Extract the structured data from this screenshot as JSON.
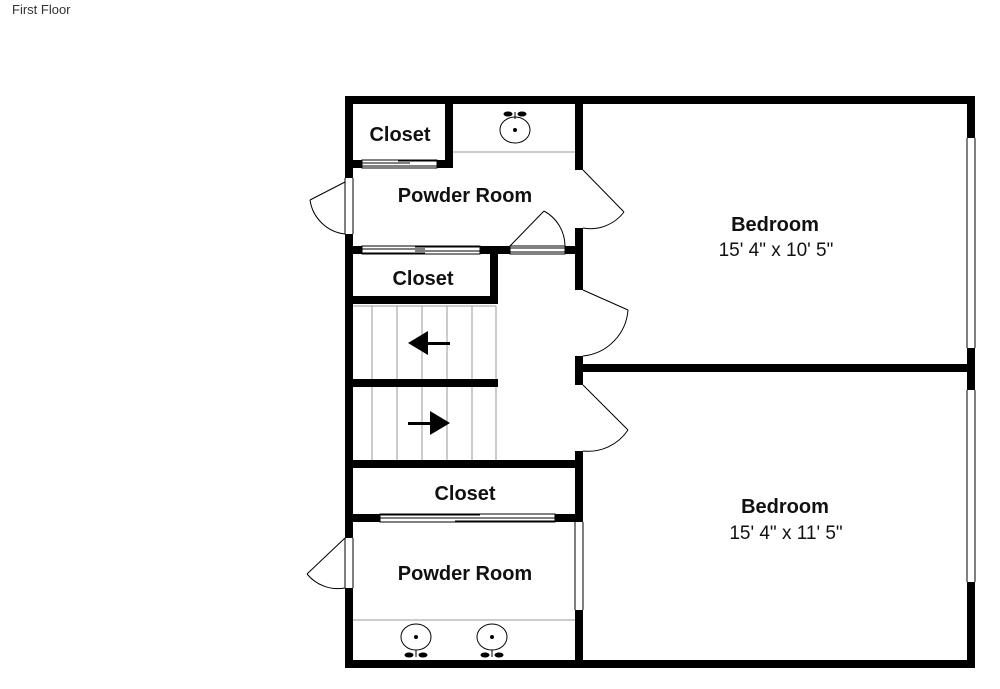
{
  "floor": {
    "title": "First Floor"
  },
  "rooms": {
    "closet_top": {
      "name": "Closet"
    },
    "powder_top": {
      "name": "Powder Room"
    },
    "closet_mid": {
      "name": "Closet"
    },
    "bedroom_top": {
      "name": "Bedroom",
      "size": "15' 4\" x 10' 5\""
    },
    "closet_low": {
      "name": "Closet"
    },
    "bedroom_bottom": {
      "name": "Bedroom",
      "size": "15' 4\" x 11' 5\""
    },
    "powder_bottom": {
      "name": "Powder Room"
    }
  },
  "stairs": {
    "upper_arrow": "left-arrow-icon",
    "lower_arrow": "right-arrow-icon"
  },
  "colors": {
    "wall": "#000000",
    "background": "#ffffff"
  }
}
